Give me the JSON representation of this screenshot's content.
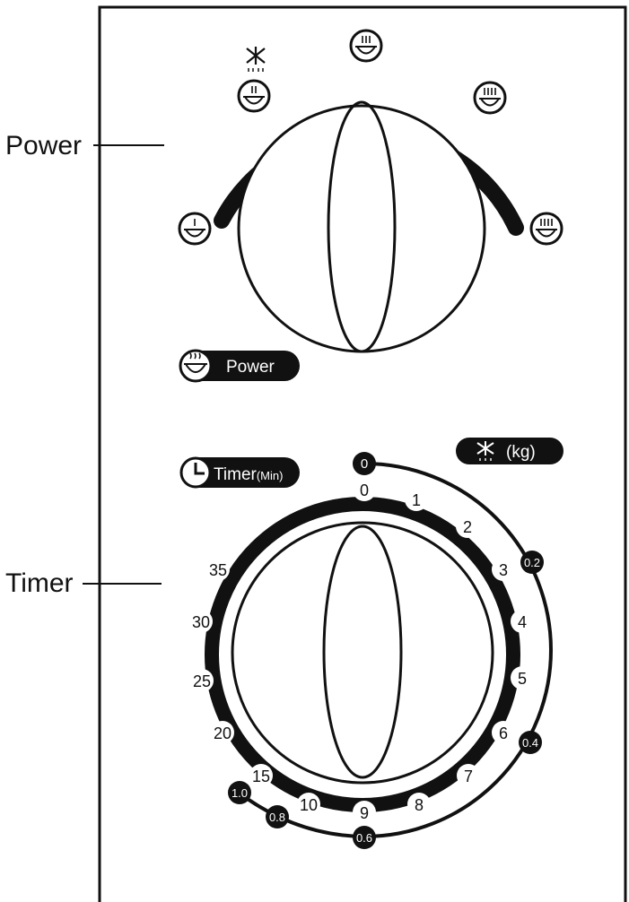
{
  "callouts": {
    "power": "Power",
    "timer": "Timer"
  },
  "power_dial": {
    "badge_label": "Power",
    "badge_icon": "pot-icon",
    "level_icons": [
      "defrost-pot-icon",
      "low-pot-icon",
      "medium-low-pot-icon",
      "medium-pot-icon",
      "medium-high-pot-icon",
      "high-pot-icon"
    ],
    "defrost_icon": "snowflake-icon"
  },
  "timer_dial": {
    "badge_label": "Timer",
    "badge_unit": "(Min)",
    "badge_icon": "clock-icon",
    "minute_marks": [
      "0",
      "1",
      "2",
      "3",
      "4",
      "5",
      "6",
      "7",
      "8",
      "9",
      "10",
      "15",
      "20",
      "25",
      "30",
      "35"
    ],
    "weight_badge_icon": "snowflake-icon",
    "weight_badge_label": "(kg)",
    "weight_marks": [
      "0",
      "0.2",
      "0.4",
      "0.6",
      "0.8",
      "1.0"
    ]
  },
  "colors": {
    "ink": "#111111",
    "paper": "#ffffff"
  }
}
